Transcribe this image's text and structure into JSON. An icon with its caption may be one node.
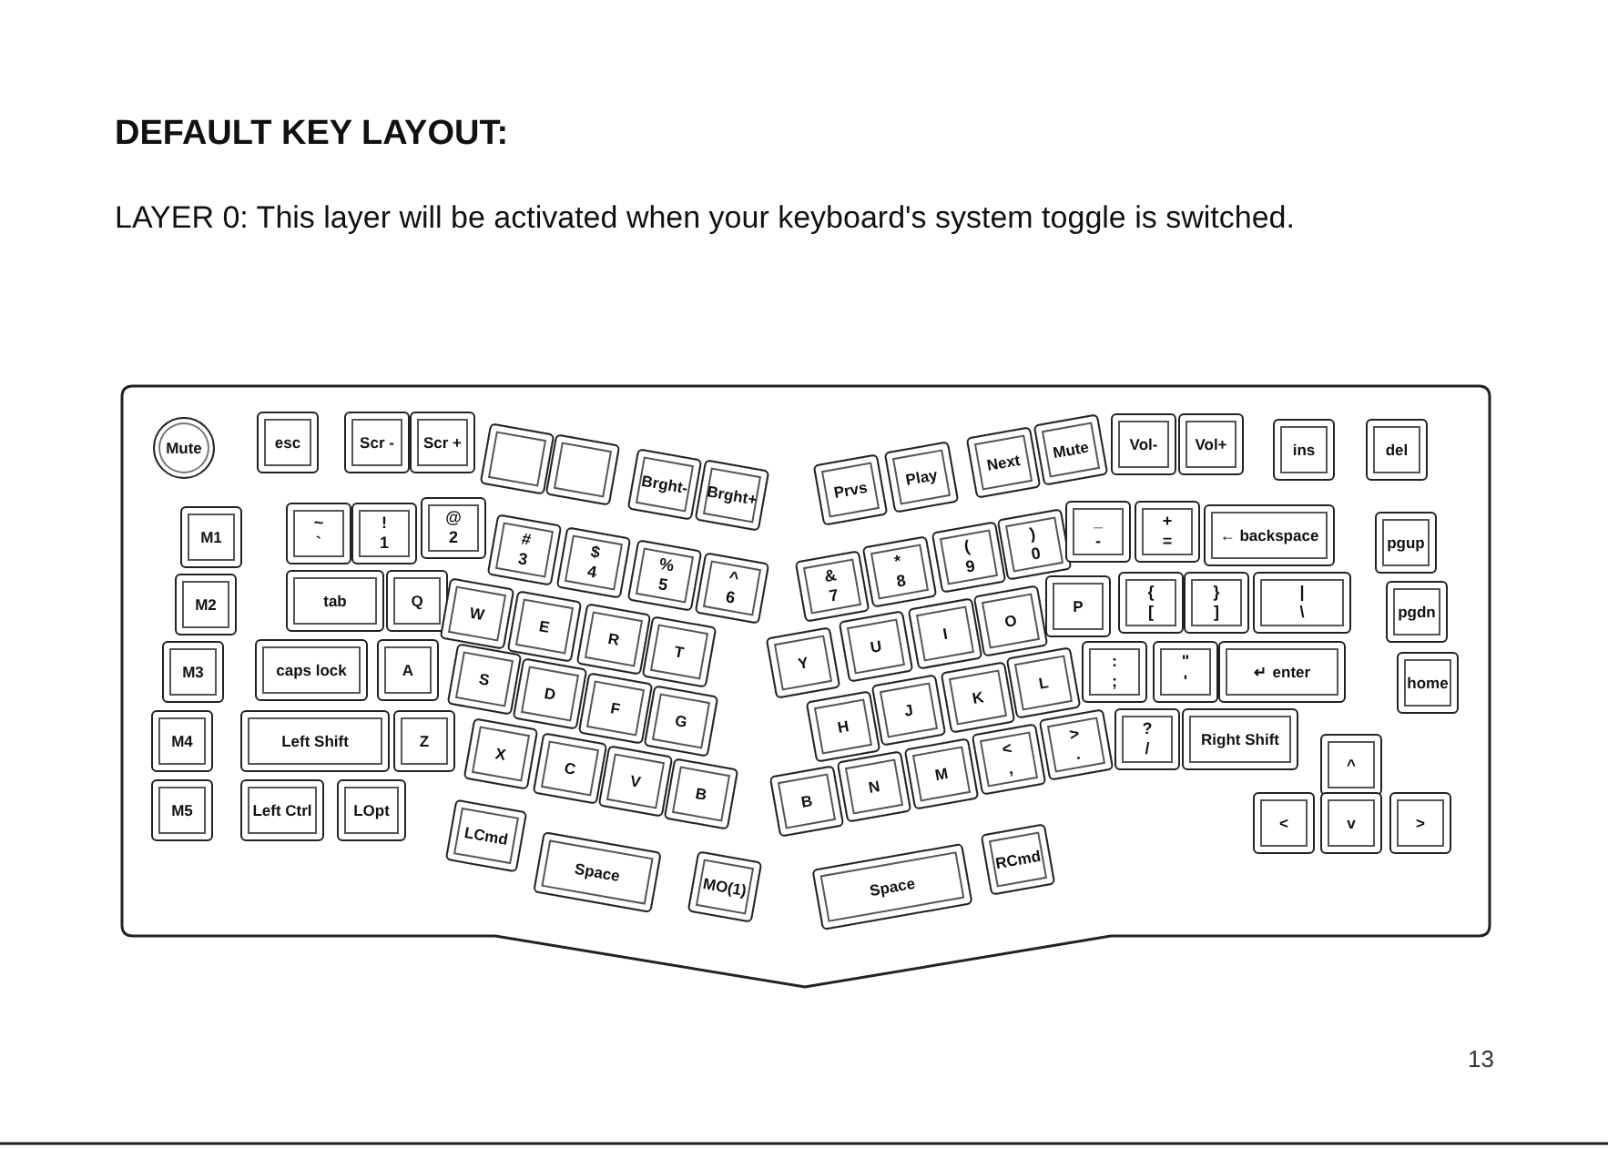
{
  "diagram": {
    "title": "DEFAULT KEY LAYOUT:",
    "nodes": [
      {
        "text": [
          "Mute"
        ]
      },
      {
        "text": [
          "esc"
        ]
      },
      {
        "text": [
          "Scr -"
        ]
      },
      {
        "text": [
          "Scr +"
        ]
      },
      {
        "text": [],
        "shape": "box"
      },
      {
        "text": [],
        "shape": "box"
      },
      {
        "text": [
          "Brght-"
        ]
      },
      {
        "text": [
          "Brght+"
        ]
      },
      {
        "text": [
          "Prvs"
        ]
      },
      {
        "text": [
          "Play"
        ]
      },
      {
        "text": [
          "Next"
        ]
      },
      {
        "text": [
          "Mute"
        ]
      },
      {
        "text": [
          "Vol-"
        ]
      },
      {
        "text": [
          "Vol+"
        ]
      },
      {
        "text": [
          "ins"
        ]
      },
      {
        "text": [
          "del"
        ]
      },
      {
        "text": [
          "M1"
        ]
      },
      {
        "text": [
          "~",
          "`"
        ]
      },
      {
        "text": [
          "!",
          "1"
        ]
      },
      {
        "text": [
          "@",
          "2"
        ]
      },
      {
        "text": [
          "#",
          "3"
        ]
      },
      {
        "text": [
          "$",
          "4"
        ]
      },
      {
        "text": [
          "%",
          "5"
        ]
      },
      {
        "text": [
          "^",
          "6"
        ]
      },
      {
        "text": [
          "&",
          "7"
        ]
      },
      {
        "text": [
          "*",
          "8"
        ]
      },
      {
        "text": [
          "(",
          "9"
        ]
      },
      {
        "text": [
          ")",
          "0"
        ]
      },
      {
        "text": [
          "_",
          "-"
        ]
      },
      {
        "text": [
          "+",
          "="
        ]
      },
      {
        "text": [
          "← backspace"
        ]
      },
      {
        "text": [
          "pgup"
        ]
      },
      {
        "text": [
          "M2"
        ]
      },
      {
        "text": [
          "tab"
        ]
      },
      {
        "text": [
          "Q"
        ]
      },
      {
        "text": [
          "W"
        ]
      },
      {
        "text": [
          "E"
        ]
      },
      {
        "text": [
          "R"
        ]
      },
      {
        "text": [
          "T"
        ]
      },
      {
        "text": [
          "Y"
        ]
      },
      {
        "text": [
          "U"
        ]
      },
      {
        "text": [
          "I"
        ]
      },
      {
        "text": [
          "O"
        ]
      },
      {
        "text": [
          "P"
        ]
      },
      {
        "text": [
          "{",
          "["
        ]
      },
      {
        "text": [
          "}",
          "]"
        ]
      },
      {
        "text": [
          "|",
          "\\"
        ]
      },
      {
        "text": [
          "pgdn"
        ]
      },
      {
        "text": [
          "M3"
        ]
      },
      {
        "text": [
          "caps lock"
        ]
      },
      {
        "text": [
          "A"
        ]
      },
      {
        "text": [
          "S"
        ]
      },
      {
        "text": [
          "D"
        ]
      },
      {
        "text": [
          "F"
        ]
      },
      {
        "text": [
          "G"
        ]
      },
      {
        "text": [
          "H"
        ]
      },
      {
        "text": [
          "J"
        ]
      },
      {
        "text": [
          "K"
        ]
      },
      {
        "text": [
          "L"
        ]
      },
      {
        "text": [
          ":",
          ";"
        ]
      },
      {
        "text": [
          "\"",
          "'"
        ]
      },
      {
        "text": [
          "↵ enter"
        ]
      },
      {
        "text": [
          "home"
        ]
      },
      {
        "text": [
          "M4"
        ]
      },
      {
        "text": [
          "Left Shift"
        ]
      },
      {
        "text": [
          "Z"
        ]
      },
      {
        "text": [
          "X"
        ]
      },
      {
        "text": [
          "C"
        ]
      },
      {
        "text": [
          "V"
        ]
      },
      {
        "text": [
          "B"
        ]
      },
      {
        "text": [
          "B"
        ]
      },
      {
        "text": [
          "N"
        ]
      },
      {
        "text": [
          "M"
        ]
      },
      {
        "text": [
          "<",
          ","
        ]
      },
      {
        "text": [
          ">",
          "."
        ]
      },
      {
        "text": [
          "?",
          "/"
        ]
      },
      {
        "text": [
          "Right Shift"
        ]
      },
      {
        "text": [
          "^"
        ]
      },
      {
        "text": [
          "M5"
        ]
      },
      {
        "text": [
          "Left Ctrl"
        ]
      },
      {
        "text": [
          "LOpt"
        ]
      },
      {
        "text": [
          "LCmd"
        ]
      },
      {
        "text": [
          "Space"
        ]
      },
      {
        "text": [
          "MO(1)"
        ]
      },
      {
        "text": [
          "Space"
        ]
      },
      {
        "text": [
          "RCmd"
        ]
      },
      {
        "text": [
          "<"
        ]
      },
      {
        "text": [
          "v"
        ]
      },
      {
        "text": [
          ">"
        ]
      }
    ],
    "labels": [
      "LAYER 0: This layer will be activated when your keyboard's system toggle is switched.",
      "13"
    ]
  }
}
